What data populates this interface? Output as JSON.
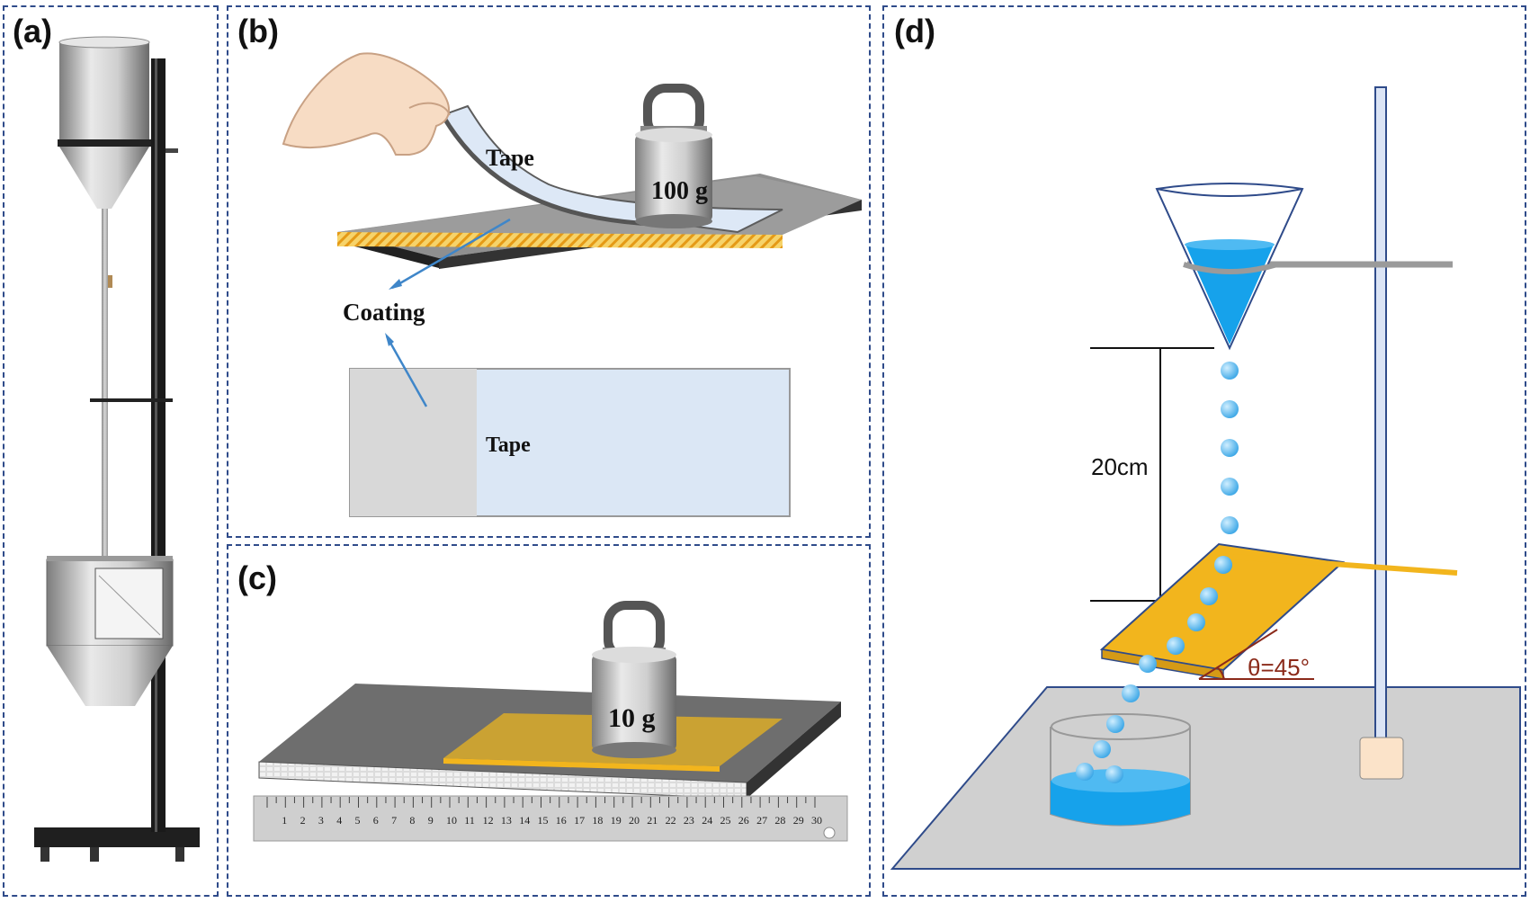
{
  "panels": {
    "a": {
      "label": "(a)"
    },
    "b": {
      "label": "(b)",
      "tape_top": "Tape",
      "weight": "100 g",
      "coating": "Coating",
      "tape_bottom": "Tape"
    },
    "c": {
      "label": "(c)",
      "weight": "10 g",
      "ruler_numbers": [
        "1",
        "2",
        "3",
        "4",
        "5",
        "6",
        "7",
        "8",
        "9",
        "10",
        "11",
        "12",
        "13",
        "14",
        "15",
        "16",
        "17",
        "18",
        "19",
        "20",
        "21",
        "22",
        "23",
        "24",
        "25",
        "26",
        "27",
        "28",
        "29",
        "30"
      ]
    },
    "d": {
      "label": "(d)",
      "height": "20cm",
      "angle": "θ=45°"
    }
  },
  "colors": {
    "frame": "#2f4b8a",
    "water": "#1aa3e8",
    "coating_gold": "#f2b51d",
    "tape": "#dbe7f5",
    "droplet": "#4ab3ee",
    "angle_text": "#8b2a1a"
  }
}
